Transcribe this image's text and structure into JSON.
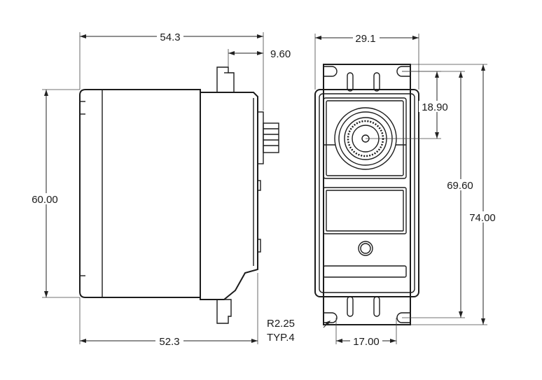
{
  "dimensions": {
    "side_top_width": "54.3",
    "side_shaft_offset": "9.60",
    "side_height": "60.00",
    "side_bottom_width": "52.3",
    "front_width": "29.1",
    "front_shaft_from_top": "18.90",
    "front_hole_spacing_vertical": "69.60",
    "front_total_height": "74.00",
    "front_hole_spacing_horizontal": "17.00",
    "hole_radius": "R2.25",
    "hole_radius_note": "TYP.4"
  },
  "colors": {
    "line": "#1c1c1c",
    "text": "#1a1a1a"
  }
}
